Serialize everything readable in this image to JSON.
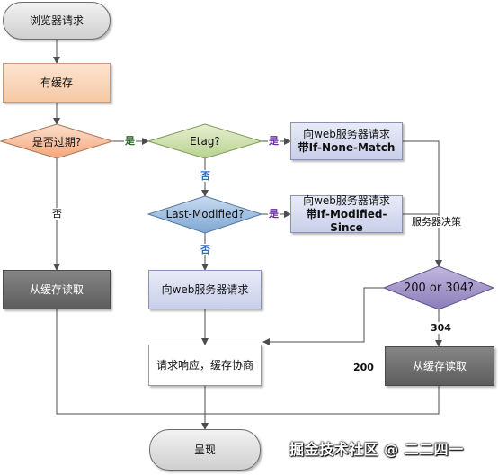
{
  "nodes": {
    "browser_request": "浏览器请求",
    "has_cache": "有缓存",
    "is_expired": "是否过期?",
    "etag": "Etag?",
    "req_if_none_match_line1": "向web服务器请求",
    "req_if_none_match_line2": "带If-None-Match",
    "last_modified": "Last-Modified?",
    "req_if_modified_since_line1": "向web服务器请求",
    "req_if_modified_since_line2": "带If-Modified-Since",
    "server_decision": "服务器决策",
    "status_check": "200 or 304?",
    "read_cache_left": "从缓存读取",
    "request_server": "向web服务器请求",
    "response_negotiate": "请求响应，缓存协商",
    "read_cache_right": "从缓存读取",
    "render": "呈现"
  },
  "edges": {
    "expired_yes": "是",
    "expired_no": "否",
    "etag_yes": "是",
    "etag_no": "否",
    "lastmod_yes": "是",
    "lastmod_no": "否",
    "status_304": "304",
    "status_200": "200"
  },
  "watermark": "掘金技术社区 @ 二二四一",
  "colors": {
    "line": "#4d4d4d",
    "yes_green": "#2e6b2e",
    "yes_purple": "#6a2fa0",
    "no_blue": "#2f6fbf",
    "diamond_orange": "#f6b48d",
    "diamond_green": "#c5dca0",
    "diamond_blue": "#8fb3d9",
    "diamond_purple": "#9c8fc4"
  }
}
